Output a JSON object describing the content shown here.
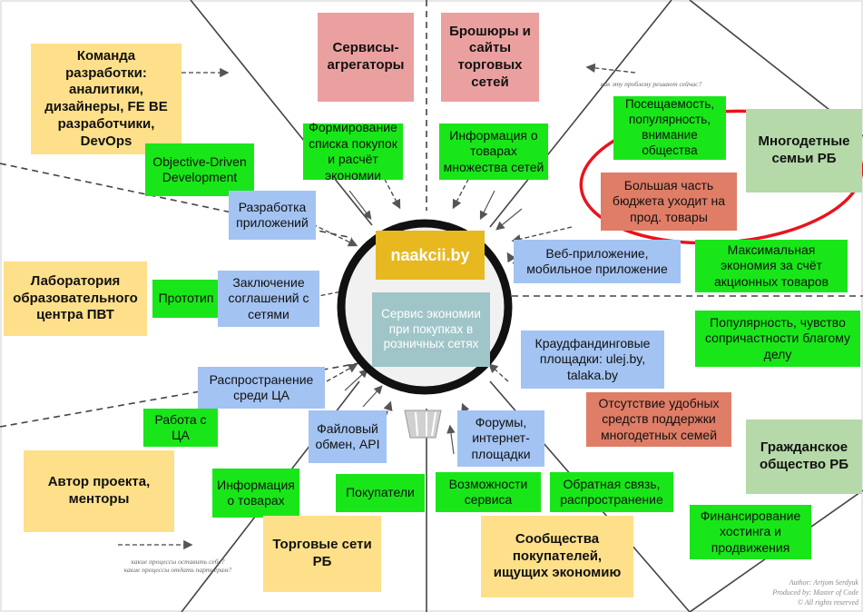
{
  "center": {
    "brand": "naakcii.by",
    "service": "Сервис экономии при покупках в розничных сетях"
  },
  "notes": {
    "team": "Команда разработки: аналитики, дизайнеры, FE BE разработчики, DevOps",
    "aggregators": "Сервисы-агрегаторы",
    "brochures": "Брошюры и сайты торговых сетей",
    "shopping_list": "Формирование списка покупок и расчёт экономии",
    "goods_info_many": "Информация о товарах множества сетей",
    "odd": "Objective-Driven Development",
    "app_dev": "Разработка приложений",
    "lab": "Лаборатория образовательного центра ПВТ",
    "prototype": "Прототип",
    "agreements": "Заключение соглашений с сетями",
    "spread_ta": "Распространение среди ЦА",
    "work_ta": "Работа с ЦА",
    "file_api": "Файловый обмен, API",
    "forums": "Форумы, интернет-площадки",
    "author": "Автор проекта, менторы",
    "goods_info": "Информация о товарах",
    "buyers": "Покупатели",
    "service_features": "Возможности сервиса",
    "feedback": "Обратная связь, распространение",
    "retail": "Торговые сети РБ",
    "communities": "Сообщества покупателей, ищущих экономию",
    "popularity_attention": "Посещаемость, популярность, внимание общества",
    "budget": "Большая часть бюджета уходит на прод. товары",
    "large_families": "Многодетные семьи РБ",
    "web_app": "Веб-приложение, мобильное приложение",
    "max_economy": "Максимальная экономия за счёт акционных товаров",
    "popularity_charity": "Популярность, чувство сопричастности благому делу",
    "crowdfunding": "Краудфандинговые площадки: ulej.by, talaka.by",
    "no_tools": "Отсутствие удобных средств поддержки многодетных семей",
    "civil_society": "Гражданское общество РБ",
    "hosting": "Финансирование хостинга и продвижения"
  },
  "signature": {
    "line1": "Author: Artjom Serdyuk",
    "line2": "Produced by: Master of Code",
    "line3": "© All rights reserved"
  },
  "questions": {
    "q_top_right": "как эту проблему решают сейчас?",
    "q_bottom_left": "какие процессы оставить себе? какие процессы отдать партнерам?"
  },
  "colors": {
    "green": "#19e619",
    "blue": "#a3c3f2",
    "orange": "#ffe08a",
    "pink": "#eba0a0",
    "sage": "#b5d9a8",
    "rust": "#e07d67",
    "teal": "#9fc5c8",
    "gold": "#e8b820",
    "highlight": "#e8141c"
  }
}
